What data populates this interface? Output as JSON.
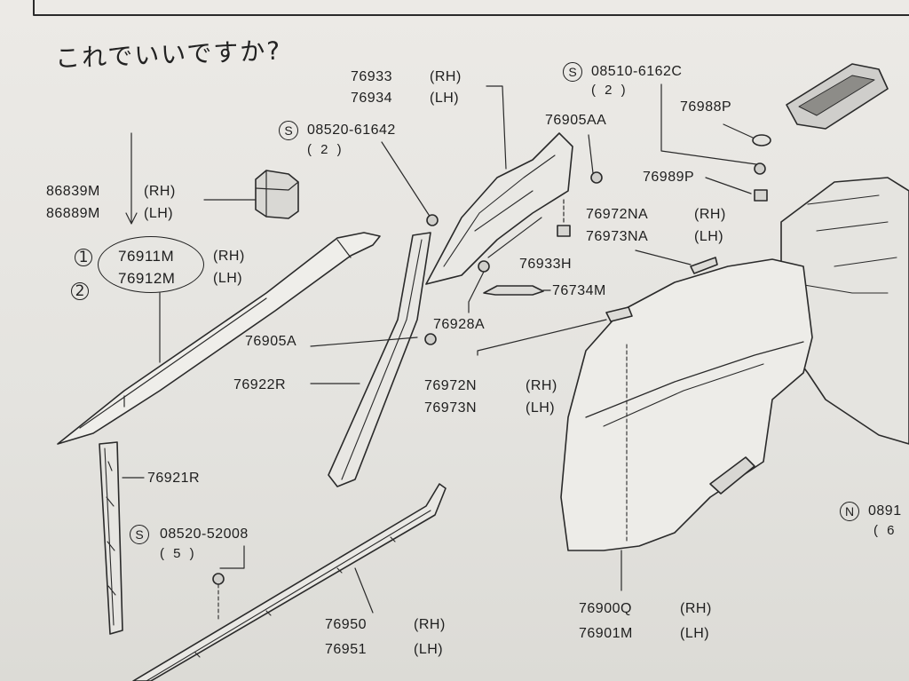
{
  "note": "これでいいですか?",
  "hand_marks": [
    "1",
    "2"
  ],
  "parts": [
    {
      "id": "86839M",
      "side": "(RH)"
    },
    {
      "id": "86889M",
      "side": "(LH)"
    },
    {
      "id": "76911M",
      "side": "(RH)"
    },
    {
      "id": "76912M",
      "side": "(LH)"
    },
    {
      "id": "76905A"
    },
    {
      "id": "76922R"
    },
    {
      "id": "76921R"
    },
    {
      "id": "76933",
      "side": "(RH)"
    },
    {
      "id": "76934",
      "side": "(LH)"
    },
    {
      "id": "76905AA"
    },
    {
      "id": "76933H"
    },
    {
      "id": "76734M"
    },
    {
      "id": "76928A"
    },
    {
      "id": "76972N",
      "side": "(RH)"
    },
    {
      "id": "76973N",
      "side": "(LH)"
    },
    {
      "id": "76972NA",
      "side": "(RH)"
    },
    {
      "id": "76973NA",
      "side": "(LH)"
    },
    {
      "id": "76988P"
    },
    {
      "id": "76989P"
    },
    {
      "id": "76950",
      "side": "(RH)"
    },
    {
      "id": "76951",
      "side": "(LH)"
    },
    {
      "id": "76900Q",
      "side": "(RH)"
    },
    {
      "id": "76901M",
      "side": "(LH)"
    }
  ],
  "screws": [
    {
      "symbol": "S",
      "id": "08520-61642",
      "qty": "( 2 )"
    },
    {
      "symbol": "S",
      "id": "08510-6162C",
      "qty": "( 2 )"
    },
    {
      "symbol": "S",
      "id": "08520-52008",
      "qty": "( 5 )"
    },
    {
      "symbol": "N",
      "id": "0891",
      "qty": "( 6"
    }
  ]
}
